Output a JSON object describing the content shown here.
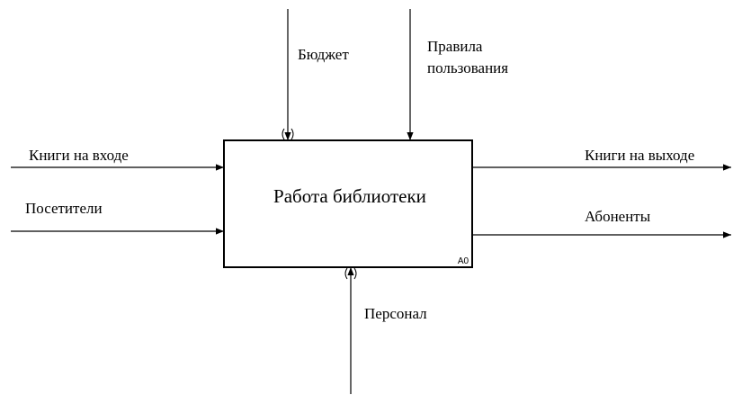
{
  "function": {
    "title": "Работа библиотеки",
    "node": "A0"
  },
  "inputs": [
    "Книги на входе",
    "Посетители"
  ],
  "outputs": [
    "Книги на выходе",
    "Абоненты"
  ],
  "controls": [
    "Бюджет",
    [
      "Правила",
      "пользования"
    ]
  ],
  "mechanisms": [
    "Персонал"
  ],
  "colors": {
    "stroke": "#000000",
    "background": "#ffffff"
  }
}
